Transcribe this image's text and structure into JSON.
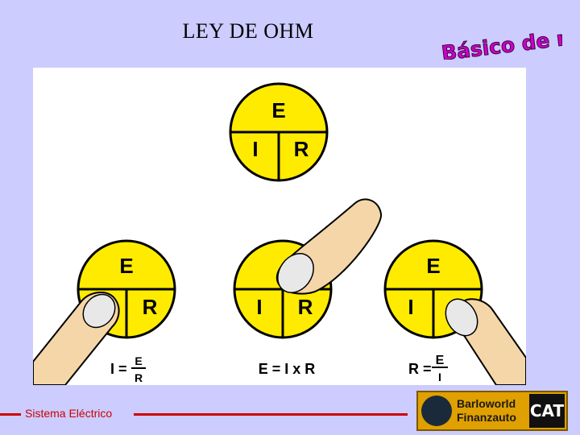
{
  "title": "LEY DE OHM",
  "brand": {
    "text": "Básico de mecânica",
    "color": "#cc00cc"
  },
  "diagram": {
    "circle_color": "#ffeb00",
    "top_circle": {
      "top": "E",
      "left": "I",
      "right": "R"
    },
    "circles": [
      {
        "top": "E",
        "right": "R"
      },
      {
        "left": "I",
        "right": "R"
      },
      {
        "top": "E",
        "left": "I"
      }
    ],
    "formulas": [
      {
        "lhs": "I =",
        "numerator": "E",
        "denominator": "R"
      },
      {
        "text": "E = I x R"
      },
      {
        "lhs": "R =",
        "numerator": "E",
        "denominator": "I"
      }
    ]
  },
  "footer": {
    "label": "Sistema Eléctrico",
    "line_color": "#cc0000",
    "logo": {
      "line1": "Barloworld",
      "line2": "Finanzauto",
      "cat": "CAT"
    }
  }
}
